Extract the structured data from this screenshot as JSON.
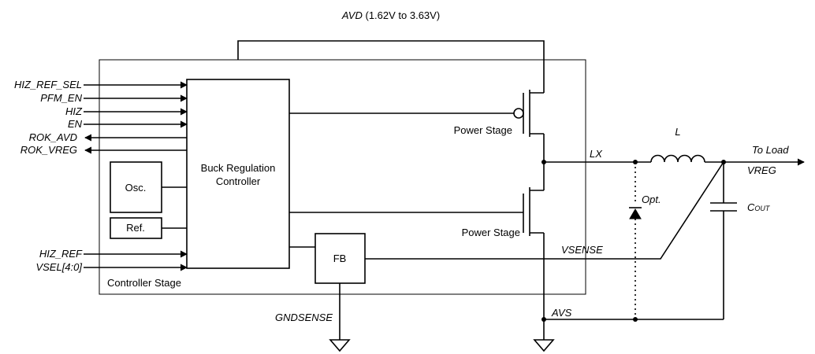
{
  "supply": {
    "name": "AVD",
    "range": "(1.62V to 3.63V)"
  },
  "inputs": [
    "HIZ_REF_SEL",
    "PFM_EN",
    "HIZ",
    "EN"
  ],
  "outputs": [
    "ROK_AVD",
    "ROK_VREG"
  ],
  "lower_inputs": [
    "HIZ_REF",
    "VSEL[4:0]"
  ],
  "blocks": {
    "controller_line1": "Buck Regulation",
    "controller_line2": "Controller",
    "osc": "Osc.",
    "ref": "Ref.",
    "fb": "FB",
    "controller_stage": "Controller Stage",
    "power_stage_high": "Power Stage",
    "power_stage_low": "Power Stage"
  },
  "nets": {
    "lx": "LX",
    "inductor": "L",
    "to_load": "To Load",
    "vreg": "VREG",
    "opt": "Opt.",
    "cout_main": "C",
    "cout_sub": "OUT",
    "vsense": "VSENSE",
    "avs": "AVS",
    "gndsense": "GNDSENSE"
  }
}
